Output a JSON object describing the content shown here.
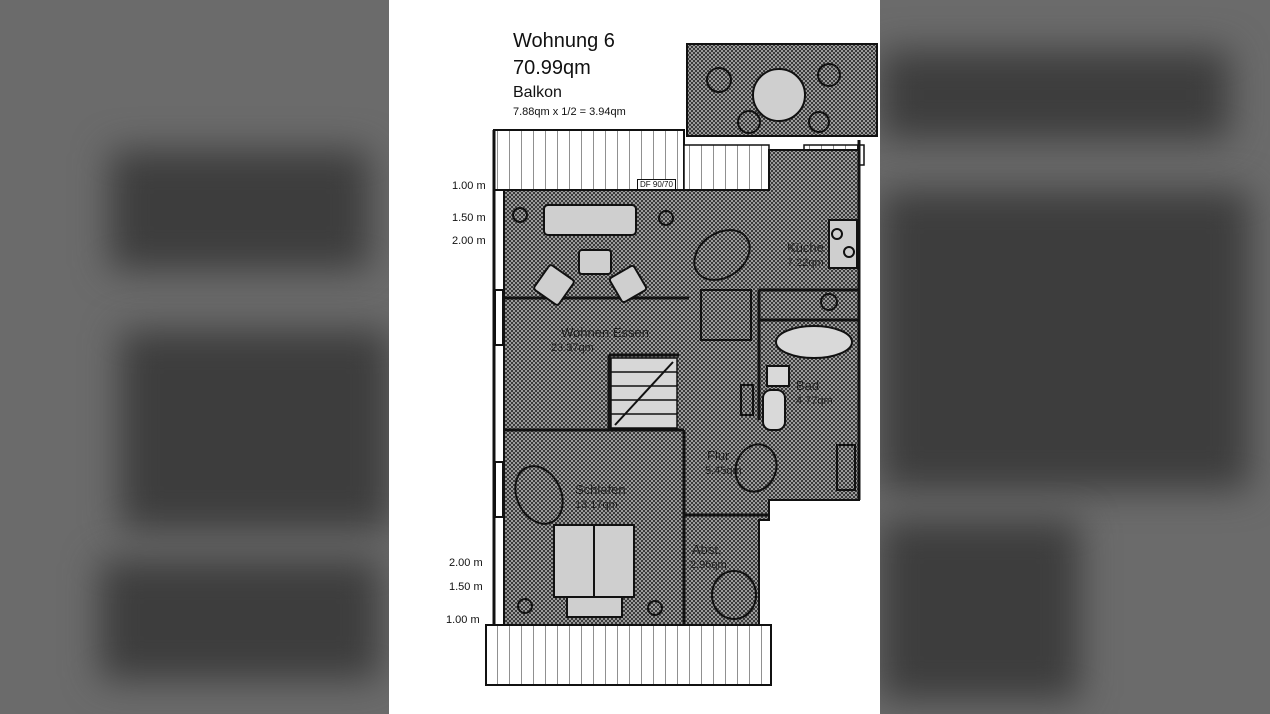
{
  "header": {
    "unit": "Wohnung 6",
    "total_area": "70.99qm",
    "balcony_label": "Balkon",
    "balcony_calc": "7.88qm x 1/2 = 3.94qm"
  },
  "stamp": "DF 90/70",
  "dimensions_top": [
    "1.00 m",
    "1.50 m",
    "2.00 m"
  ],
  "dimensions_bottom": [
    "2.00 m",
    "1.50 m",
    "1.00 m"
  ],
  "rooms": [
    {
      "name": "Küche",
      "area": "7.22qm"
    },
    {
      "name": "Wohnen Essen",
      "area": "23.37qm"
    },
    {
      "name": "Bad",
      "area": "4.77qm"
    },
    {
      "name": "Flur",
      "area": "5.45qm"
    },
    {
      "name": "Schlafen",
      "area": "13.17qm"
    },
    {
      "name": "Abst.",
      "area": "2.96qm"
    }
  ],
  "colors": {
    "ink": "#111111",
    "paper": "#ffffff",
    "hatch": "#555555"
  }
}
